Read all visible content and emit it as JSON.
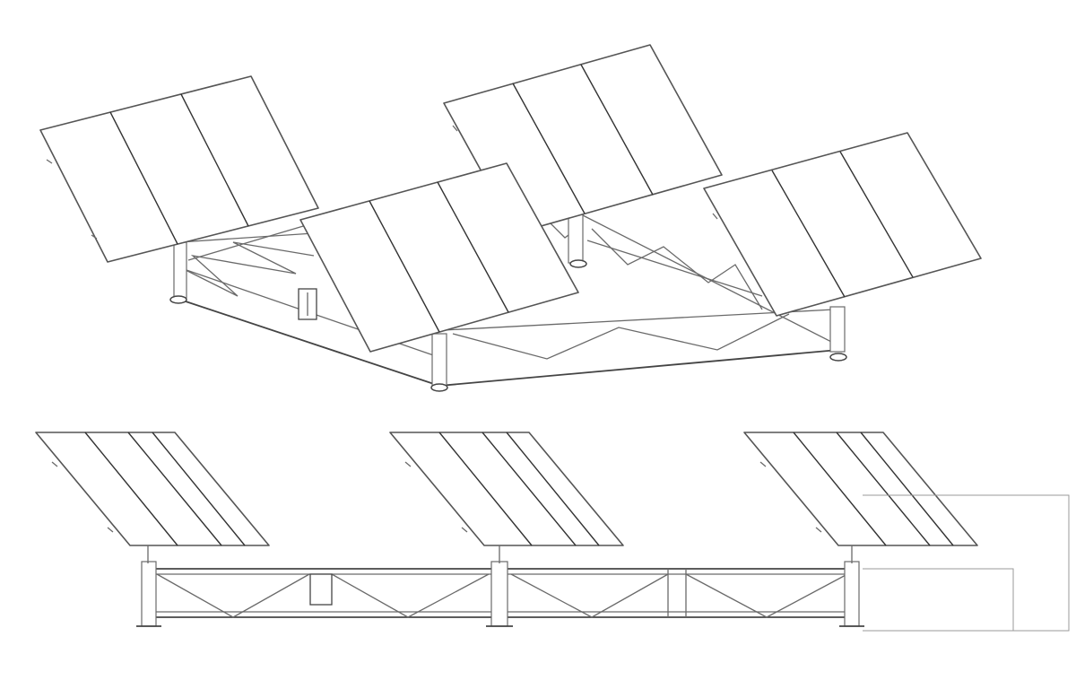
{
  "drawing": {
    "subject": "solar-tracker-array",
    "views": [
      {
        "id": "isometric-view",
        "tracker_count": 4,
        "panels_per_tracker": 3
      },
      {
        "id": "side-view",
        "tracker_count": 3,
        "panels_per_tracker": 4
      }
    ],
    "colors": {
      "line": "#555555",
      "background": "#ffffff",
      "dimension": "#9a9a9a"
    }
  }
}
